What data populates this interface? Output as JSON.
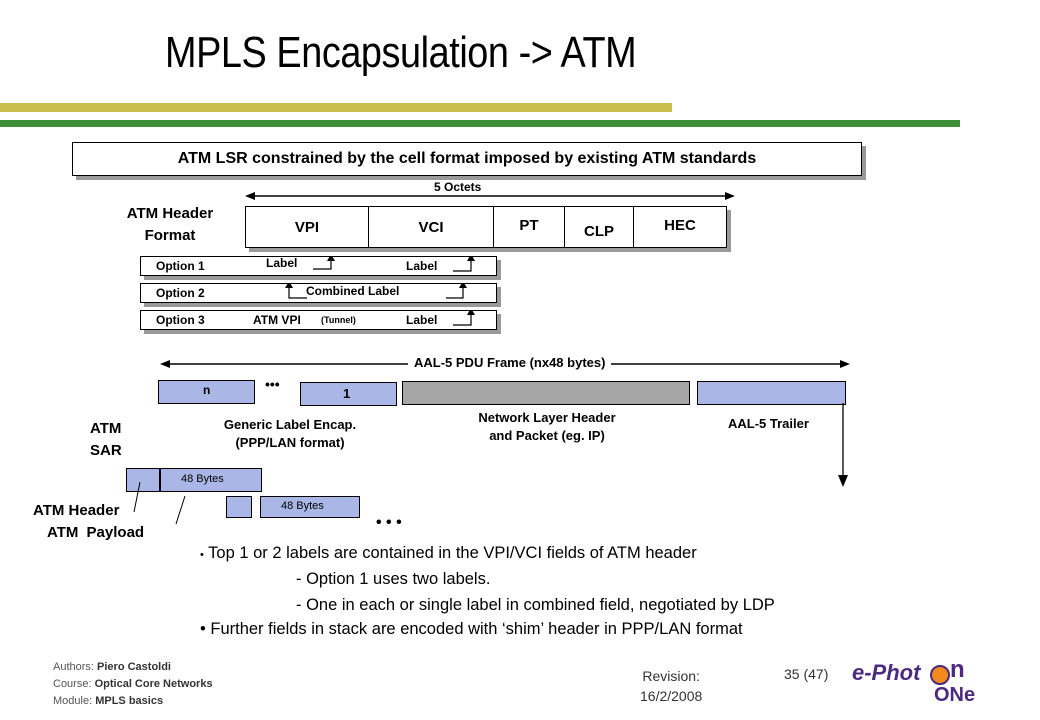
{
  "slide": {
    "title": "MPLS Encapsulation -> ATM",
    "banner": "ATM LSR constrained by the cell format imposed by existing ATM standards",
    "octets_label": "5 Octets",
    "atm_header_format": [
      "ATM Header",
      "Format"
    ],
    "header_fields": [
      "VPI",
      "VCI",
      "PT",
      "CLP",
      "HEC"
    ],
    "options": [
      {
        "name": "Option 1",
        "left": "Label",
        "right": "Label"
      },
      {
        "name": "Option 2",
        "center": "Combined Label"
      },
      {
        "name": "Option 3",
        "left": "ATM VPI",
        "left_small": "(Tunnel)",
        "right": "Label"
      }
    ],
    "pdu_label": "AAL-5 PDU Frame (nx48 bytes)",
    "pdu_n": "n",
    "pdu_dots": "•••",
    "pdu_one": "1",
    "generic_label": [
      "Generic Label Encap.",
      "(PPP/LAN format)"
    ],
    "network_layer": [
      "Network Layer Header",
      "and Packet (eg. IP)"
    ],
    "aal5_trailer": "AAL-5 Trailer",
    "atm_sar": [
      "ATM",
      "SAR"
    ],
    "bytes1": "48 Bytes",
    "bytes2": "48 Bytes",
    "cell_dots": "• • •",
    "atm_header_label": "ATM Header",
    "atm_payload_label": "ATM Payload",
    "bullets": [
      "Top 1 or 2 labels are contained in the VPI/VCI fields of ATM header",
      "- Option 1 uses two labels.",
      "- One in each or single label in combined field, negotiated by LDP",
      "Further fields in stack are encoded with ‘shim’ header in PPP/LAN format"
    ]
  },
  "footer": {
    "authors_key": "Authors:",
    "authors_val": "Piero Castoldi",
    "course_key": "Course:",
    "course_val": "Optical Core Networks",
    "module_key": "Module:",
    "module_val": "MPLS basics",
    "revision_label": "Revision:",
    "revision_date": "16/2/2008",
    "page": "35 (47)",
    "logo_line1": "e-Phot",
    "logo_on": "n",
    "logo_line2": "ONe"
  },
  "colors": {
    "olive_bar": "#c8be4e",
    "green_bar": "#3f8f3a",
    "blue_fill": "#aab6e6",
    "gray_fill": "#a6a6a6",
    "logo_purple": "#4b2a80",
    "logo_orange": "#f28a1e"
  }
}
